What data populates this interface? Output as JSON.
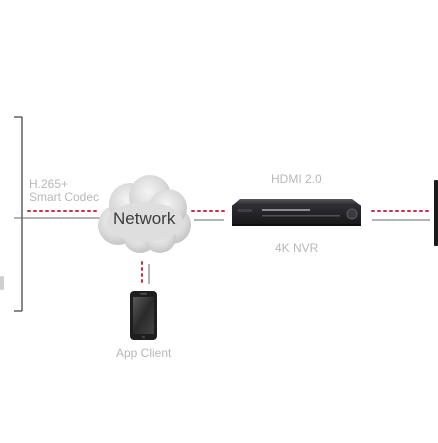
{
  "labels": {
    "codec_line1": "H.265+",
    "codec_line2": "Smart Codec",
    "network": "Network",
    "hdmi": "HDMI 2.0",
    "nvr": "4K NVR",
    "app_client": "App Client"
  },
  "colors": {
    "dotted_link": "#c8304a",
    "solid_link": "#6a6a6a",
    "frame": "#3a3a3a",
    "cloud_fill": "#dcdcdc",
    "cloud_shade": "#bdbdbd",
    "label_gray": "#b8b8b8",
    "nvr_body": "#2a2a2e",
    "phone_body": "#1e1e1e"
  },
  "icons": {
    "cloud": "cloud-icon",
    "nvr": "nvr-recorder-icon",
    "phone": "smartphone-icon"
  }
}
